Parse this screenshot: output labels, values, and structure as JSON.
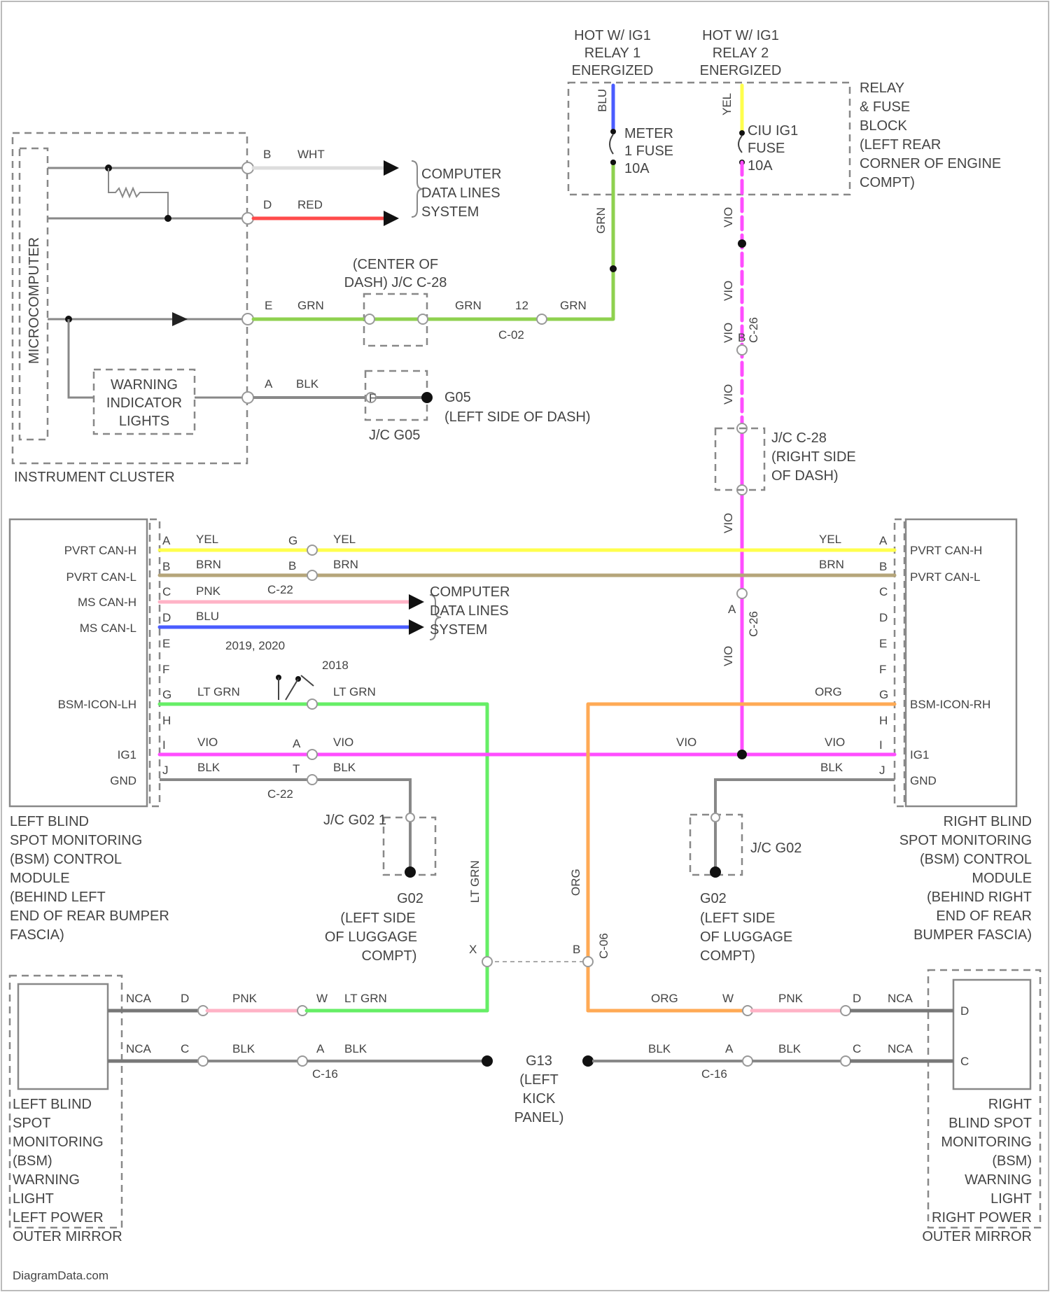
{
  "diagram": {
    "watermark": "DiagramData.com",
    "relay_fuse_block": {
      "feed1": [
        "HOT W/ IG1",
        "RELAY 1",
        "ENERGIZED"
      ],
      "feed2": [
        "HOT W/ IG1",
        "RELAY 2",
        "ENERGIZED"
      ],
      "fuse1": [
        "METER",
        "1 FUSE",
        "10A"
      ],
      "fuse2": [
        "CIU IG1",
        "FUSE",
        "10A"
      ],
      "block_label": [
        "RELAY",
        "& FUSE",
        "BLOCK",
        "(LEFT REAR",
        "CORNER OF ENGINE",
        "COMPT)"
      ],
      "wire1_color": "BLU",
      "wire2_color": "YEL"
    },
    "instrument_cluster": {
      "label": "INSTRUMENT CLUSTER",
      "microcomputer": "MICROCOMPUTER",
      "warning_lights": [
        "WARNING",
        "INDICATOR",
        "LIGHTS"
      ],
      "pins": {
        "b": "B",
        "d": "D",
        "e": "E",
        "a": "A",
        "wht": "WHT",
        "red": "RED",
        "grn": "GRN",
        "blk": "BLK"
      },
      "data_lines": [
        "COMPUTER",
        "DATA LINES",
        "SYSTEM"
      ]
    },
    "center_dash_jc": [
      "(CENTER OF",
      "DASH) J/C C-28"
    ],
    "grn_run": {
      "grn1": "GRN",
      "grn2": "GRN",
      "pin12": "12",
      "conn": "C-02",
      "vert": "GRN"
    },
    "ground_g05": {
      "name": "G05",
      "location": "(LEFT SIDE OF DASH)",
      "jc": "J/C G05",
      "pin": "F"
    },
    "jc_c28": {
      "label": [
        "J/C C-28",
        "(RIGHT SIDE",
        "OF DASH)"
      ],
      "vio_labels": [
        "VIO",
        "VIO",
        "VIO",
        "VIO",
        "VIO",
        "VIO"
      ],
      "conn1": "C-26",
      "conn2": "C-26",
      "pin_b": "B",
      "pin_a": "A"
    },
    "left_module": {
      "pins": [
        {
          "letter": "A",
          "name": "PVRT CAN-H"
        },
        {
          "letter": "B",
          "name": "PVRT CAN-L"
        },
        {
          "letter": "C",
          "name": "MS CAN-H"
        },
        {
          "letter": "D",
          "name": "MS CAN-L"
        },
        {
          "letter": "E",
          "name": ""
        },
        {
          "letter": "F",
          "name": ""
        },
        {
          "letter": "G",
          "name": "BSM-ICON-LH"
        },
        {
          "letter": "H",
          "name": ""
        },
        {
          "letter": "I",
          "name": "IG1"
        },
        {
          "letter": "J",
          "name": "GND"
        }
      ],
      "label": [
        "LEFT BLIND",
        "SPOT MONITORING",
        "(BSM) CONTROL",
        "MODULE",
        "(BEHIND LEFT",
        "END OF REAR BUMPER",
        "FASCIA)"
      ]
    },
    "right_module": {
      "pins": [
        {
          "letter": "A",
          "name": "PVRT CAN-H"
        },
        {
          "letter": "B",
          "name": "PVRT CAN-L"
        },
        {
          "letter": "C",
          "name": ""
        },
        {
          "letter": "D",
          "name": ""
        },
        {
          "letter": "E",
          "name": ""
        },
        {
          "letter": "F",
          "name": ""
        },
        {
          "letter": "G",
          "name": "BSM-ICON-RH"
        },
        {
          "letter": "H",
          "name": ""
        },
        {
          "letter": "I",
          "name": "IG1"
        },
        {
          "letter": "J",
          "name": "GND"
        }
      ],
      "label": [
        "RIGHT BLIND",
        "SPOT MONITORING",
        "(BSM) CONTROL",
        "MODULE",
        "(BEHIND RIGHT",
        "END OF REAR",
        "BUMPER FASCIA)"
      ]
    },
    "can_bus": {
      "yel": "YEL",
      "brn": "BRN",
      "pnk": "PNK",
      "blu": "BLU",
      "pin_g": "G",
      "pin_b": "B",
      "conn": "C-22",
      "data_lines": [
        "COMPUTER",
        "DATA LINES",
        "SYSTEM"
      ]
    },
    "lh_wiring": {
      "year1": "2019, 2020",
      "year2": "2018",
      "lt_grn": "LT GRN",
      "vio": "VIO",
      "blk": "BLK",
      "pin_a": "A",
      "pin_t": "T",
      "conn": "C-22",
      "vert_lt_grn": "LT GRN"
    },
    "rh_wiring": {
      "org": "ORG",
      "vio": "VIO",
      "blk": "BLK",
      "vert_org": "ORG"
    },
    "ground_g02_left": {
      "jc": "J/C G02 1",
      "name": "G02",
      "location": [
        "(LEFT SIDE",
        "OF LUGGAGE",
        "COMPT)"
      ]
    },
    "ground_g02_right": {
      "jc": "J/C G02",
      "name": "G02",
      "location": [
        "(LEFT SIDE",
        "OF LUGGAGE",
        "COMPT)"
      ]
    },
    "lower_conn": {
      "x": "X",
      "b": "B",
      "conn": "C-06"
    },
    "left_lamp": {
      "nca1": "NCA",
      "nca2": "NCA",
      "pin_d": "D",
      "pin_c": "C",
      "pnk": "PNK",
      "blk": "BLK",
      "lt_grn": "LT GRN",
      "blk2": "BLK",
      "pin_w": "W",
      "pin_a": "A",
      "conn": "C-16",
      "label": [
        "LEFT BLIND",
        "SPOT",
        "MONITORING",
        "(BSM)",
        "WARNING",
        "LIGHT",
        "LEFT POWER",
        "OUTER MIRROR"
      ]
    },
    "ground_g13": {
      "name": "G13",
      "location": [
        "(LEFT",
        "KICK",
        "PANEL)"
      ]
    },
    "right_lamp": {
      "org": "ORG",
      "pnk": "PNK",
      "nca1": "NCA",
      "pin_w": "W",
      "pin_d": "D",
      "blk": "BLK",
      "blk2": "BLK",
      "nca2": "NCA",
      "pin_a": "A",
      "pin_c": "C",
      "conn": "C-16",
      "box_d": "D",
      "box_c": "C",
      "label": [
        "RIGHT",
        "BLIND SPOT",
        "MONITORING",
        "(BSM)",
        "WARNING",
        "LIGHT",
        "RIGHT POWER",
        "OUTER MIRROR"
      ]
    },
    "wire_colors": {
      "grn": "#8fd14f",
      "red": "#ff4b4b",
      "blu": "#4a5cff",
      "yel": "#ffff4d",
      "brn": "#b5a57a",
      "pnk": "#ffb3c6",
      "vio": "#ff4dff",
      "lt_grn": "#66ee66",
      "org": "#ffaa55",
      "blk": "#888888",
      "wht": "#dddddd"
    }
  }
}
